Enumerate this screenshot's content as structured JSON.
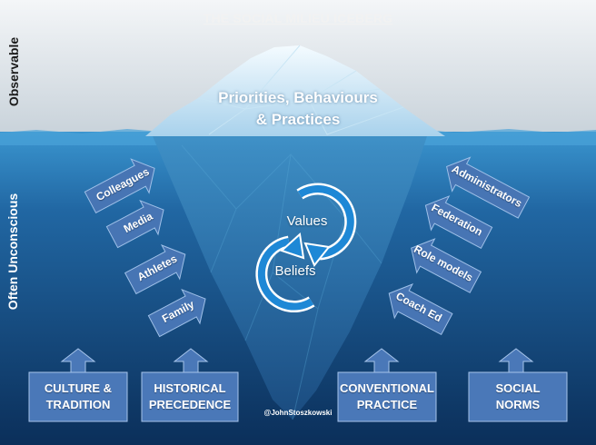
{
  "title": "THE SOCIAL MILIEU ICEBERG",
  "side_labels": {
    "top": "Observable",
    "bottom": "Often Unconscious"
  },
  "tip_text": {
    "line1": "Priorities, Behaviours",
    "line2": "& Practices"
  },
  "core": {
    "values": "Values",
    "beliefs": "Beliefs"
  },
  "left_arrows": [
    "Colleagues",
    "Media",
    "Athletes",
    "Family"
  ],
  "right_arrows": [
    "Administrators",
    "Federation",
    "Role models",
    "Coach Ed"
  ],
  "boxes": [
    {
      "line1": "CULTURE &",
      "line2": "TRADITION"
    },
    {
      "line1": "HISTORICAL",
      "line2": "PRECEDENCE"
    },
    {
      "line1": "CONVENTIONAL",
      "line2": "PRACTICE"
    },
    {
      "line1": "SOCIAL",
      "line2": "NORMS"
    }
  ],
  "credit": "@JohnStoszkowski",
  "colors": {
    "sky_top": "#e9eef2",
    "sea_surface": "#2f86c0",
    "sea_deep": "#0c3360",
    "arrow_fill": "#4775b4",
    "box_fill": "#4a78b8",
    "cycle_stroke": "#ffffff",
    "cycle_fill": "#1e88d6"
  }
}
